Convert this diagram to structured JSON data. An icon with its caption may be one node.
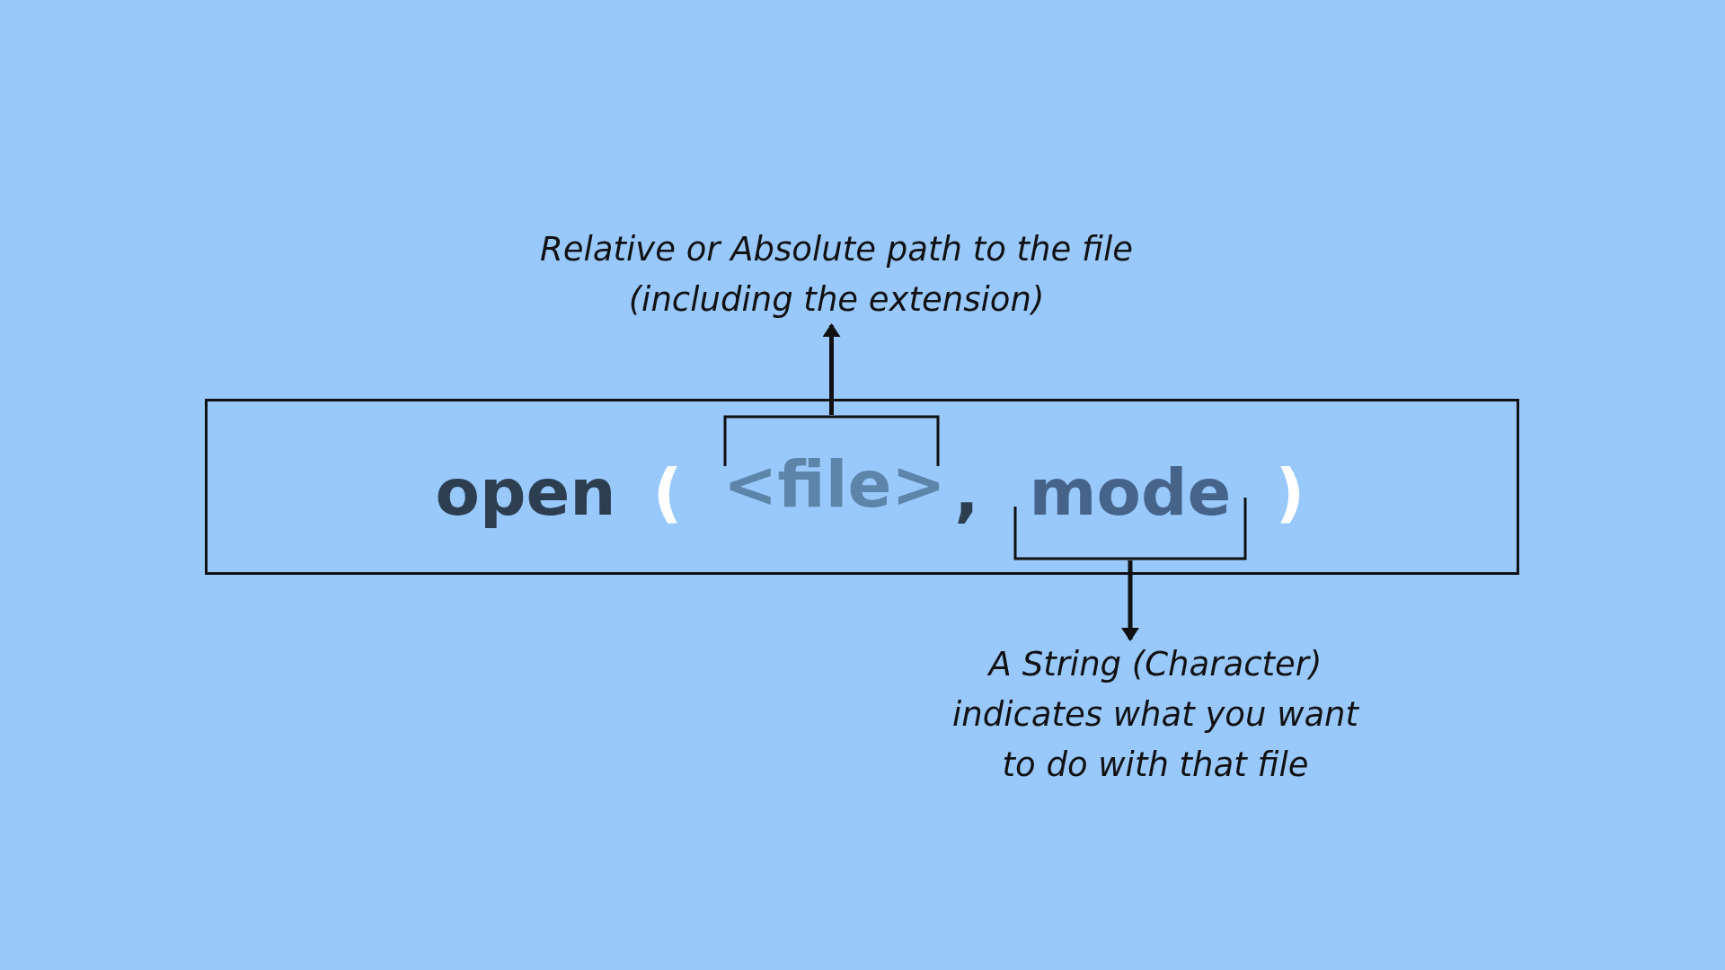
{
  "diagram": {
    "nodes": [
      {
        "text": [],
        "shape": "box"
      },
      {
        "text": [
          "open"
        ],
        "in": 0
      },
      {
        "text": [
          "("
        ],
        "in": 0
      },
      {
        "text": [
          "<file>"
        ],
        "in": 0
      },
      {
        "text": [
          ","
        ],
        "in": 0
      },
      {
        "text": [
          "mode"
        ],
        "in": 0
      },
      {
        "text": [
          ")"
        ],
        "in": 0
      },
      {
        "text": [
          "Relative or Absolute path to the file (including the extension)"
        ]
      },
      {
        "text": [
          "A String (Character) indicates what you want to do with that file"
        ]
      }
    ],
    "edges": [
      {
        "from": 3,
        "to": 7,
        "arrow": "to"
      },
      {
        "from": 5,
        "to": 8,
        "arrow": "to"
      }
    ]
  }
}
